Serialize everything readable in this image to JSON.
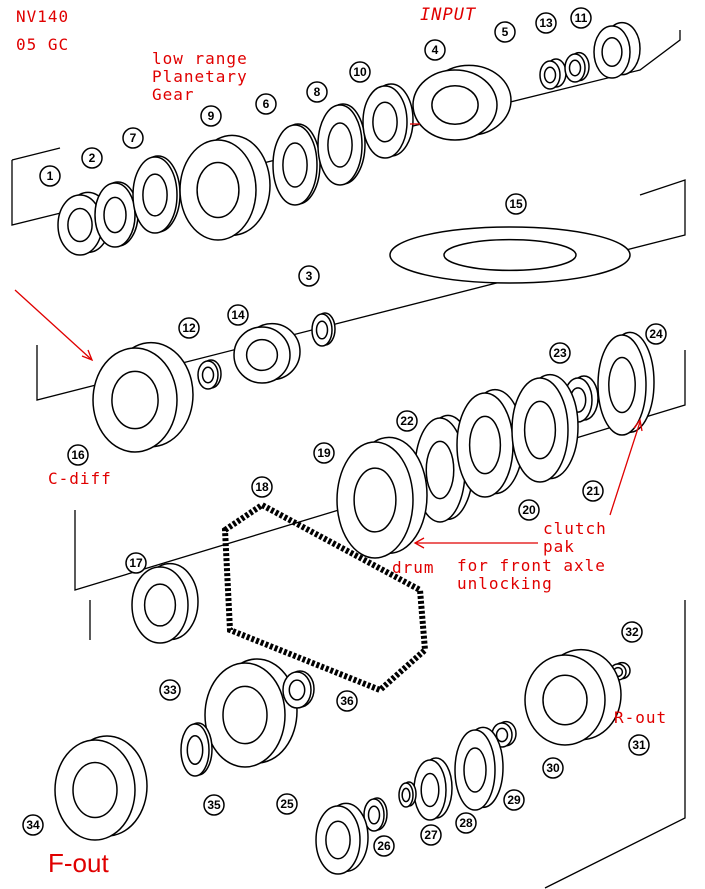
{
  "notes": {
    "model": "NV140",
    "vehicle": "05 GC",
    "planetary": "low range\nPlanetary\nGear",
    "input": "INPUT",
    "cdiff": "C-diff",
    "clutch": "clutch\npak",
    "drum": "drum",
    "front_axle": "for front axle\nunlocking",
    "rout": "R-out",
    "fout": "F-out"
  },
  "callouts": [
    "1",
    "2",
    "7",
    "9",
    "6",
    "8",
    "10",
    "4",
    "5",
    "13",
    "11",
    "15",
    "3",
    "12",
    "14",
    "16",
    "23",
    "24",
    "22",
    "19",
    "20",
    "21",
    "18",
    "17",
    "32",
    "33",
    "36",
    "31",
    "30",
    "29",
    "28",
    "27",
    "26",
    "25",
    "35",
    "34"
  ],
  "colors": {
    "annotation": "#e00000",
    "line": "#000000"
  }
}
